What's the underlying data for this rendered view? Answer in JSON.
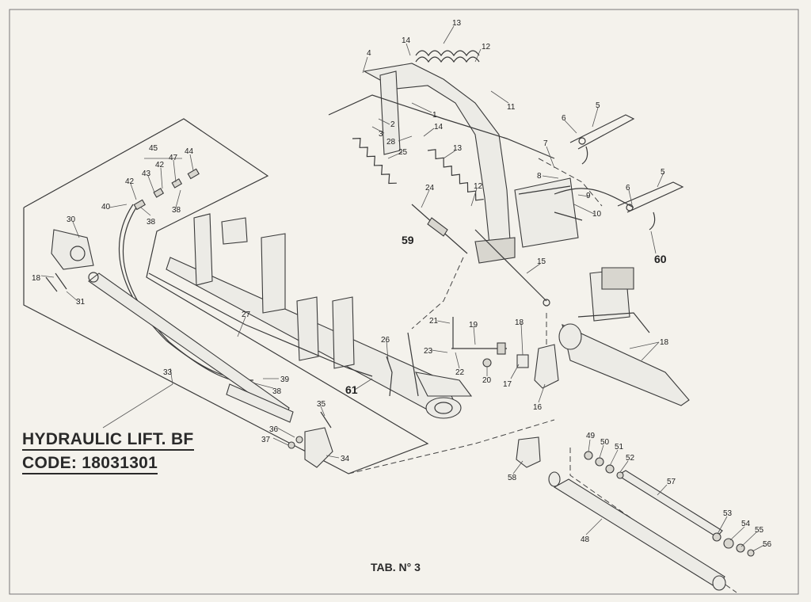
{
  "title": {
    "line1": "HYDRAULIC LIFT. BF",
    "line2": "CODE: 18031301"
  },
  "table_label": "TAB. N° 3",
  "callouts": [
    "1",
    "2",
    "3",
    "4",
    "5",
    "6",
    "7",
    "8",
    "9",
    "10",
    "11",
    "12",
    "13",
    "14",
    "15",
    "16",
    "17",
    "18",
    "19",
    "20",
    "21",
    "22",
    "23",
    "24",
    "25",
    "26",
    "27",
    "28",
    "30",
    "31",
    "33",
    "34",
    "35",
    "36",
    "37",
    "38",
    "39",
    "40",
    "42",
    "43",
    "44",
    "45",
    "47",
    "48",
    "49",
    "50",
    "51",
    "52",
    "53",
    "54",
    "55",
    "56",
    "57",
    "58",
    "59",
    "60",
    "61"
  ]
}
